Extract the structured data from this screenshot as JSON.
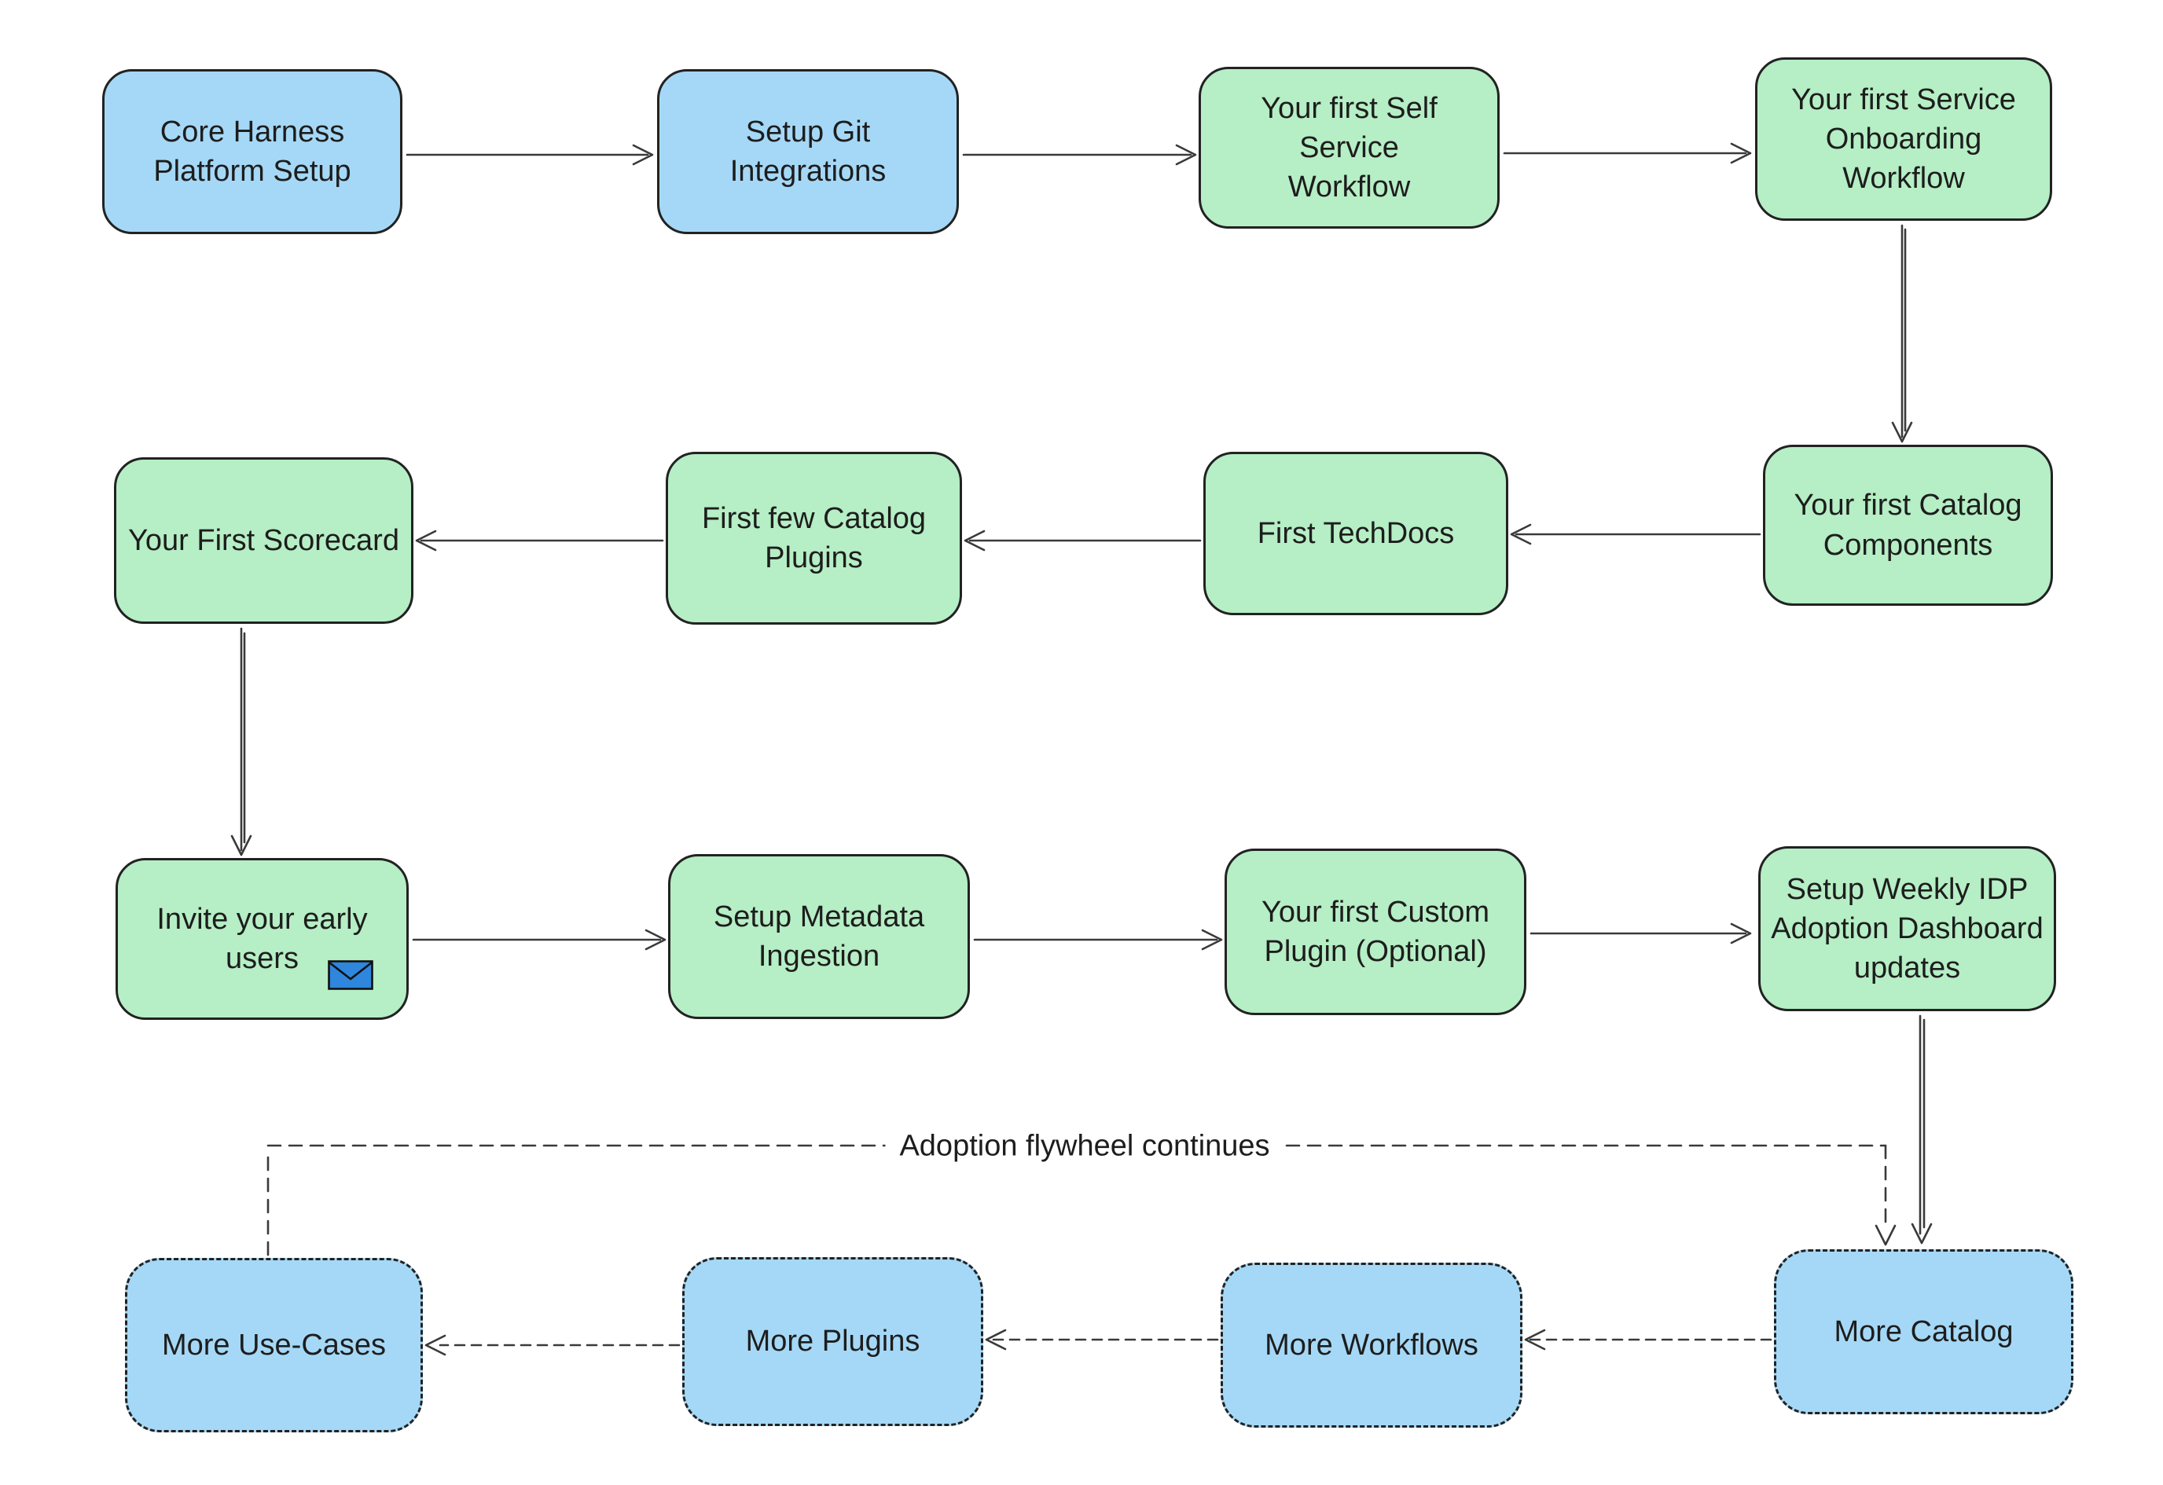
{
  "colors": {
    "background": "#ffffff",
    "node_blue": "#a5d8f6",
    "node_green": "#b6eec5",
    "node_border": "#222222",
    "arrow": "#3a3a3a",
    "text": "#1d1d1d",
    "envelope_blue": "#2e86dd"
  },
  "nodes": {
    "core_harness": {
      "label": "Core Harness\nPlatform Setup",
      "color": "blue",
      "border": "solid"
    },
    "setup_git": {
      "label": "Setup Git\nIntegrations",
      "color": "blue",
      "border": "solid"
    },
    "self_service": {
      "label": "Your first Self Service\nWorkflow",
      "color": "green",
      "border": "solid"
    },
    "onboarding": {
      "label": "Your first Service\nOnboarding\nWorkflow",
      "color": "green",
      "border": "solid"
    },
    "scorecard": {
      "label": "Your First Scorecard",
      "color": "green",
      "border": "solid"
    },
    "catalog_plugins": {
      "label": "First few Catalog\nPlugins",
      "color": "green",
      "border": "solid"
    },
    "techdocs": {
      "label": "First TechDocs",
      "color": "green",
      "border": "solid"
    },
    "catalog_components": {
      "label": "Your first Catalog\nComponents",
      "color": "green",
      "border": "solid"
    },
    "invite_users": {
      "label": "Invite your early\nusers",
      "color": "green",
      "border": "solid",
      "icon": "envelope-icon"
    },
    "metadata": {
      "label": "Setup Metadata\nIngestion",
      "color": "green",
      "border": "solid"
    },
    "custom_plugin": {
      "label": "Your first Custom\nPlugin (Optional)",
      "color": "green",
      "border": "solid"
    },
    "idp_dashboard": {
      "label": "Setup Weekly IDP\nAdoption Dashboard\nupdates",
      "color": "green",
      "border": "solid"
    },
    "more_use_cases": {
      "label": "More Use-Cases",
      "color": "blue",
      "border": "dashed"
    },
    "more_plugins": {
      "label": "More Plugins",
      "color": "blue",
      "border": "dashed"
    },
    "more_workflows": {
      "label": "More Workflows",
      "color": "blue",
      "border": "dashed"
    },
    "more_catalog": {
      "label": "More Catalog",
      "color": "blue",
      "border": "dashed"
    }
  },
  "flywheel": {
    "label": "Adoption flywheel continues"
  },
  "edges": [
    {
      "from": "core_harness",
      "to": "setup_git",
      "style": "solid"
    },
    {
      "from": "setup_git",
      "to": "self_service",
      "style": "solid"
    },
    {
      "from": "self_service",
      "to": "onboarding",
      "style": "solid"
    },
    {
      "from": "onboarding",
      "to": "catalog_components",
      "style": "solid"
    },
    {
      "from": "catalog_components",
      "to": "techdocs",
      "style": "solid"
    },
    {
      "from": "techdocs",
      "to": "catalog_plugins",
      "style": "solid"
    },
    {
      "from": "catalog_plugins",
      "to": "scorecard",
      "style": "solid"
    },
    {
      "from": "scorecard",
      "to": "invite_users",
      "style": "solid"
    },
    {
      "from": "invite_users",
      "to": "metadata",
      "style": "solid"
    },
    {
      "from": "metadata",
      "to": "custom_plugin",
      "style": "solid"
    },
    {
      "from": "custom_plugin",
      "to": "idp_dashboard",
      "style": "solid"
    },
    {
      "from": "idp_dashboard",
      "to": "more_catalog",
      "style": "solid"
    },
    {
      "from": "more_catalog",
      "to": "more_workflows",
      "style": "dashed"
    },
    {
      "from": "more_workflows",
      "to": "more_plugins",
      "style": "dashed"
    },
    {
      "from": "more_plugins",
      "to": "more_use_cases",
      "style": "dashed"
    },
    {
      "from": "more_use_cases",
      "to": "more_catalog",
      "style": "dashed",
      "label": "Adoption flywheel continues"
    }
  ]
}
